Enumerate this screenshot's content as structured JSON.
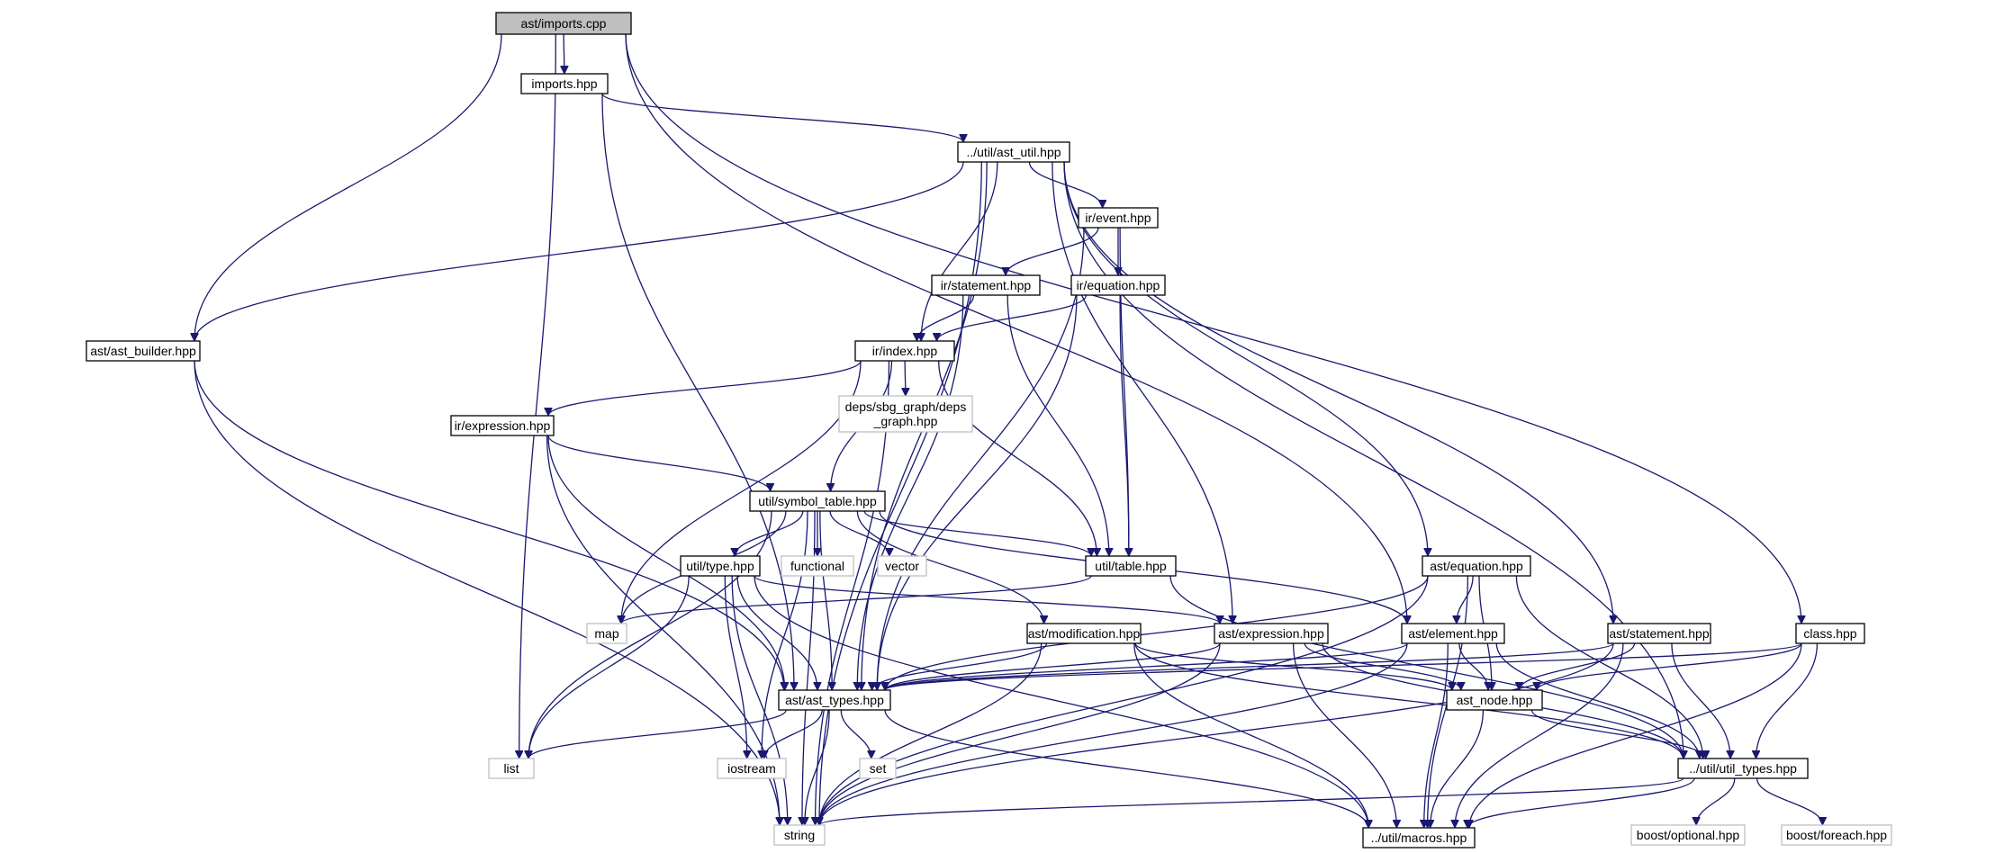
{
  "diagram": {
    "colors": {
      "edge": "#191970",
      "node_border": "#000000",
      "root_fill": "#bfbfbf",
      "external_border": "#bfbfbf"
    },
    "nodes": [
      {
        "id": "root",
        "label": "ast/imports.cpp",
        "kind": "root"
      },
      {
        "id": "imports",
        "label": "imports.hpp",
        "kind": "file"
      },
      {
        "id": "astutil",
        "label": "../util/ast_util.hpp",
        "kind": "file"
      },
      {
        "id": "event",
        "label": "ir/event.hpp",
        "kind": "file"
      },
      {
        "id": "irstatement",
        "label": "ir/statement.hpp",
        "kind": "file"
      },
      {
        "id": "irequation",
        "label": "ir/equation.hpp",
        "kind": "file"
      },
      {
        "id": "index",
        "label": "ir/index.hpp",
        "kind": "file"
      },
      {
        "id": "astbuilder",
        "label": "ast/ast_builder.hpp",
        "kind": "file"
      },
      {
        "id": "irexpression",
        "label": "ir/expression.hpp",
        "kind": "file"
      },
      {
        "id": "depsgraph",
        "label": "deps/sbg_graph/deps\n_graph.hpp",
        "kind": "ext"
      },
      {
        "id": "symtable",
        "label": "util/symbol_table.hpp",
        "kind": "file"
      },
      {
        "id": "functional",
        "label": "functional",
        "kind": "ext"
      },
      {
        "id": "vector",
        "label": "vector",
        "kind": "ext"
      },
      {
        "id": "utiltype",
        "label": "util/type.hpp",
        "kind": "file"
      },
      {
        "id": "utiltable",
        "label": "util/table.hpp",
        "kind": "file"
      },
      {
        "id": "map",
        "label": "map",
        "kind": "ext"
      },
      {
        "id": "astequation",
        "label": "ast/equation.hpp",
        "kind": "file"
      },
      {
        "id": "astmodification",
        "label": "ast/modification.hpp",
        "kind": "file"
      },
      {
        "id": "astexpression",
        "label": "ast/expression.hpp",
        "kind": "file"
      },
      {
        "id": "astelement",
        "label": "ast/element.hpp",
        "kind": "file"
      },
      {
        "id": "aststatement",
        "label": "ast/statement.hpp",
        "kind": "file"
      },
      {
        "id": "classhpp",
        "label": "class.hpp",
        "kind": "file"
      },
      {
        "id": "asttypes",
        "label": "ast/ast_types.hpp",
        "kind": "file"
      },
      {
        "id": "astnode",
        "label": "ast_node.hpp",
        "kind": "file"
      },
      {
        "id": "list",
        "label": "list",
        "kind": "ext"
      },
      {
        "id": "iostream",
        "label": "iostream",
        "kind": "ext"
      },
      {
        "id": "set",
        "label": "set",
        "kind": "ext"
      },
      {
        "id": "utiltypes",
        "label": "../util/util_types.hpp",
        "kind": "file"
      },
      {
        "id": "string",
        "label": "string",
        "kind": "ext"
      },
      {
        "id": "macros",
        "label": "../util/macros.hpp",
        "kind": "file"
      },
      {
        "id": "boostoptional",
        "label": "boost/optional.hpp",
        "kind": "ext"
      },
      {
        "id": "boostforeach",
        "label": "boost/foreach.hpp",
        "kind": "ext"
      }
    ],
    "edges": [
      [
        "root",
        "imports"
      ],
      [
        "root",
        "astbuilder"
      ],
      [
        "root",
        "list"
      ],
      [
        "root",
        "astelement"
      ],
      [
        "root",
        "classhpp"
      ],
      [
        "imports",
        "astutil"
      ],
      [
        "imports",
        "asttypes"
      ],
      [
        "astutil",
        "astbuilder"
      ],
      [
        "astutil",
        "string"
      ],
      [
        "astutil",
        "asttypes"
      ],
      [
        "astutil",
        "event"
      ],
      [
        "astutil",
        "index"
      ],
      [
        "astutil",
        "astexpression"
      ],
      [
        "astutil",
        "astequation"
      ],
      [
        "astutil",
        "aststatement"
      ],
      [
        "astutil",
        "utiltypes"
      ],
      [
        "event",
        "irstatement"
      ],
      [
        "event",
        "irequation"
      ],
      [
        "event",
        "utiltable"
      ],
      [
        "event",
        "asttypes"
      ],
      [
        "irstatement",
        "index"
      ],
      [
        "irstatement",
        "utiltable"
      ],
      [
        "irstatement",
        "asttypes"
      ],
      [
        "irequation",
        "index"
      ],
      [
        "irequation",
        "utiltable"
      ],
      [
        "irequation",
        "asttypes"
      ],
      [
        "index",
        "irexpression"
      ],
      [
        "index",
        "depsgraph"
      ],
      [
        "index",
        "symtable"
      ],
      [
        "index",
        "utiltable"
      ],
      [
        "index",
        "map"
      ],
      [
        "index",
        "string"
      ],
      [
        "astbuilder",
        "string"
      ],
      [
        "astbuilder",
        "asttypes"
      ],
      [
        "irexpression",
        "symtable"
      ],
      [
        "irexpression",
        "asttypes"
      ],
      [
        "irexpression",
        "string"
      ],
      [
        "symtable",
        "functional"
      ],
      [
        "symtable",
        "vector"
      ],
      [
        "symtable",
        "utiltype"
      ],
      [
        "symtable",
        "utiltable"
      ],
      [
        "symtable",
        "map"
      ],
      [
        "symtable",
        "list"
      ],
      [
        "symtable",
        "iostream"
      ],
      [
        "symtable",
        "string"
      ],
      [
        "symtable",
        "asttypes"
      ],
      [
        "symtable",
        "astmodification"
      ],
      [
        "symtable",
        "astelement"
      ],
      [
        "utiltype",
        "astexpression"
      ],
      [
        "utiltype",
        "asttypes"
      ],
      [
        "utiltype",
        "list"
      ],
      [
        "utiltype",
        "iostream"
      ],
      [
        "utiltype",
        "string"
      ],
      [
        "utiltype",
        "macros"
      ],
      [
        "utiltable",
        "map"
      ],
      [
        "utiltable",
        "utiltypes"
      ],
      [
        "astequation",
        "astelement"
      ],
      [
        "astequation",
        "astnode"
      ],
      [
        "astequation",
        "asttypes"
      ],
      [
        "astequation",
        "utiltypes"
      ],
      [
        "astequation",
        "string"
      ],
      [
        "astequation",
        "macros"
      ],
      [
        "astmodification",
        "asttypes"
      ],
      [
        "astmodification",
        "astnode"
      ],
      [
        "astmodification",
        "utiltypes"
      ],
      [
        "astmodification",
        "string"
      ],
      [
        "astmodification",
        "macros"
      ],
      [
        "astexpression",
        "asttypes"
      ],
      [
        "astexpression",
        "astnode"
      ],
      [
        "astexpression",
        "utiltypes"
      ],
      [
        "astexpression",
        "string"
      ],
      [
        "astexpression",
        "macros"
      ],
      [
        "astelement",
        "asttypes"
      ],
      [
        "astelement",
        "astnode"
      ],
      [
        "astelement",
        "utiltypes"
      ],
      [
        "astelement",
        "string"
      ],
      [
        "astelement",
        "macros"
      ],
      [
        "aststatement",
        "asttypes"
      ],
      [
        "aststatement",
        "astnode"
      ],
      [
        "aststatement",
        "utiltypes"
      ],
      [
        "aststatement",
        "string"
      ],
      [
        "aststatement",
        "macros"
      ],
      [
        "classhpp",
        "asttypes"
      ],
      [
        "classhpp",
        "astnode"
      ],
      [
        "classhpp",
        "utiltypes"
      ],
      [
        "classhpp",
        "macros"
      ],
      [
        "asttypes",
        "list"
      ],
      [
        "asttypes",
        "iostream"
      ],
      [
        "asttypes",
        "set"
      ],
      [
        "asttypes",
        "string"
      ],
      [
        "asttypes",
        "macros"
      ],
      [
        "astnode",
        "utiltypes"
      ],
      [
        "astnode",
        "macros"
      ],
      [
        "utiltypes",
        "string"
      ],
      [
        "utiltypes",
        "macros"
      ],
      [
        "utiltypes",
        "boostoptional"
      ],
      [
        "utiltypes",
        "boostforeach"
      ]
    ]
  }
}
